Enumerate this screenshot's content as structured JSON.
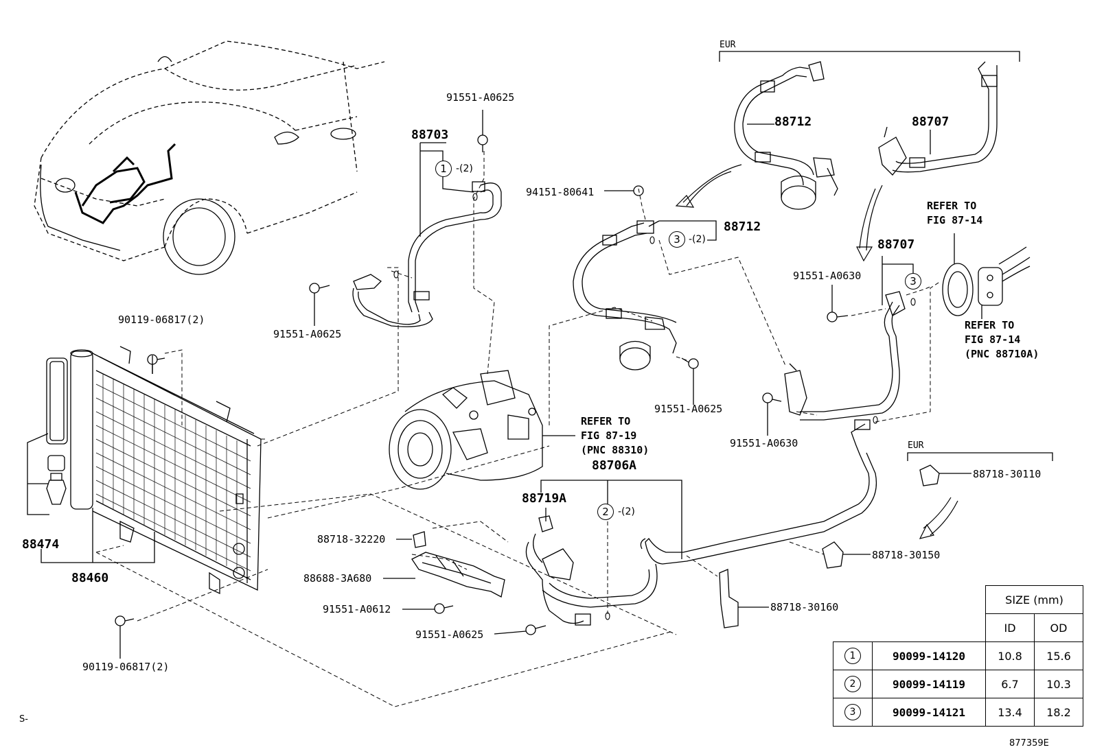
{
  "labels": {
    "p88703": "88703",
    "p91551_a0625_top": "91551-A0625",
    "p91551_a0625_left": "91551-A0625",
    "p90119_top": "90119-06817(2)",
    "p90119_bottom": "90119-06817(2)",
    "p88474": "88474",
    "p88460": "88460",
    "p94151": "94151-80641",
    "p88712_top": "88712",
    "p88712_mid": "88712",
    "p88707_top": "88707",
    "p88707_mid": "88707",
    "p91551_a0630_a": "91551-A0630",
    "p91551_a0630_b": "91551-A0630",
    "p91551_a0625_mid": "91551-A0625",
    "p88706a": "88706A",
    "p88719a": "88719A",
    "p88718_32220": "88718-32220",
    "p88688_3a680": "88688-3A680",
    "p91551_a0612": "91551-A0612",
    "p91551_a0625_bottom": "91551-A0625",
    "p88718_30110": "88718-30110",
    "p88718_30150": "88718-30150",
    "p88718_30160": "88718-30160",
    "eur_top": "EUR",
    "eur_right": "EUR",
    "footer_left": "S-",
    "figure_code": "877359E"
  },
  "refs": {
    "ref_87_14_a": [
      "REFER TO",
      "FIG 87-14"
    ],
    "ref_87_14_b": [
      "REFER TO",
      "FIG 87-14",
      "(PNC 88710A)"
    ],
    "ref_87_19": [
      "REFER TO",
      "FIG 87-19",
      "(PNC 88310)"
    ]
  },
  "callouts": {
    "c1": {
      "num": "1",
      "qty": "-(2)"
    },
    "c2": {
      "num": "2",
      "qty": "-(2)"
    },
    "c3a": {
      "num": "3",
      "qty": "-(2)"
    },
    "c3b": {
      "num": "3"
    }
  },
  "size_table": {
    "header": "SIZE (mm)",
    "cols": [
      "ID",
      "OD"
    ],
    "rows": [
      {
        "ref": "1",
        "part": "90099-14120",
        "id": "10.8",
        "od": "15.6"
      },
      {
        "ref": "2",
        "part": "90099-14119",
        "id": "6.7",
        "od": "10.3"
      },
      {
        "ref": "3",
        "part": "90099-14121",
        "id": "13.4",
        "od": "18.2"
      }
    ]
  }
}
